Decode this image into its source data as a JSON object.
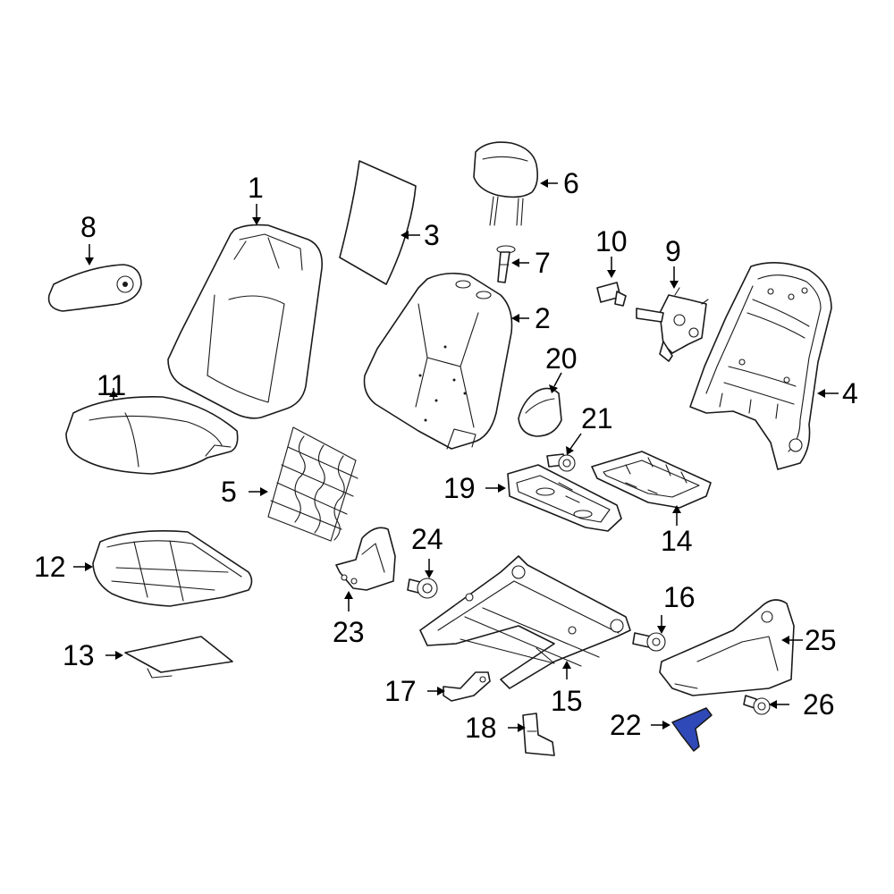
{
  "highlight_color": "#2f49b8",
  "line_color": "#1a1a1a",
  "highlighted_part": "22",
  "callouts": {
    "c1": "1",
    "c2": "2",
    "c3": "3",
    "c4": "4",
    "c5": "5",
    "c6": "6",
    "c7": "7",
    "c8": "8",
    "c9": "9",
    "c10": "10",
    "c11": "11",
    "c12": "12",
    "c13": "13",
    "c14": "14",
    "c15": "15",
    "c16": "16",
    "c17": "17",
    "c18": "18",
    "c19": "19",
    "c20": "20",
    "c21": "21",
    "c22": "22",
    "c23": "23",
    "c24": "24",
    "c25": "25",
    "c26": "26"
  }
}
